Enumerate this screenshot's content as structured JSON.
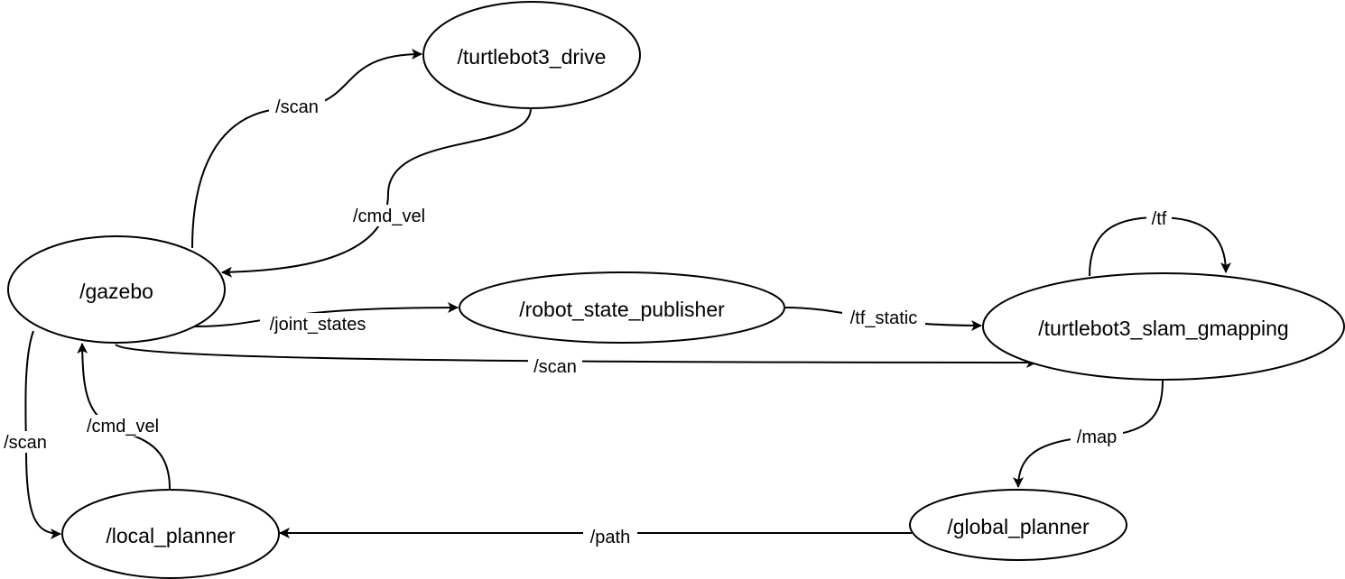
{
  "nodes": {
    "turtlebot3_drive": "/turtlebot3_drive",
    "gazebo": "/gazebo",
    "robot_state_publisher": "/robot_state_publisher",
    "turtlebot3_slam_gmapping": "/turtlebot3_slam_gmapping",
    "global_planner": "/global_planner",
    "local_planner": "/local_planner"
  },
  "edges": {
    "gazebo_to_drive_scan": "/scan",
    "drive_to_gazebo_cmd_vel": "/cmd_vel",
    "gazebo_to_rsp_joint_states": "/joint_states",
    "rsp_to_slam_tf_static": "/tf_static",
    "slam_self_tf": "/tf",
    "gazebo_to_slam_scan": "/scan",
    "gazebo_to_local_scan": "/scan",
    "local_to_gazebo_cmd_vel": "/cmd_vel",
    "slam_to_global_map": "/map",
    "global_to_local_path": "/path"
  }
}
